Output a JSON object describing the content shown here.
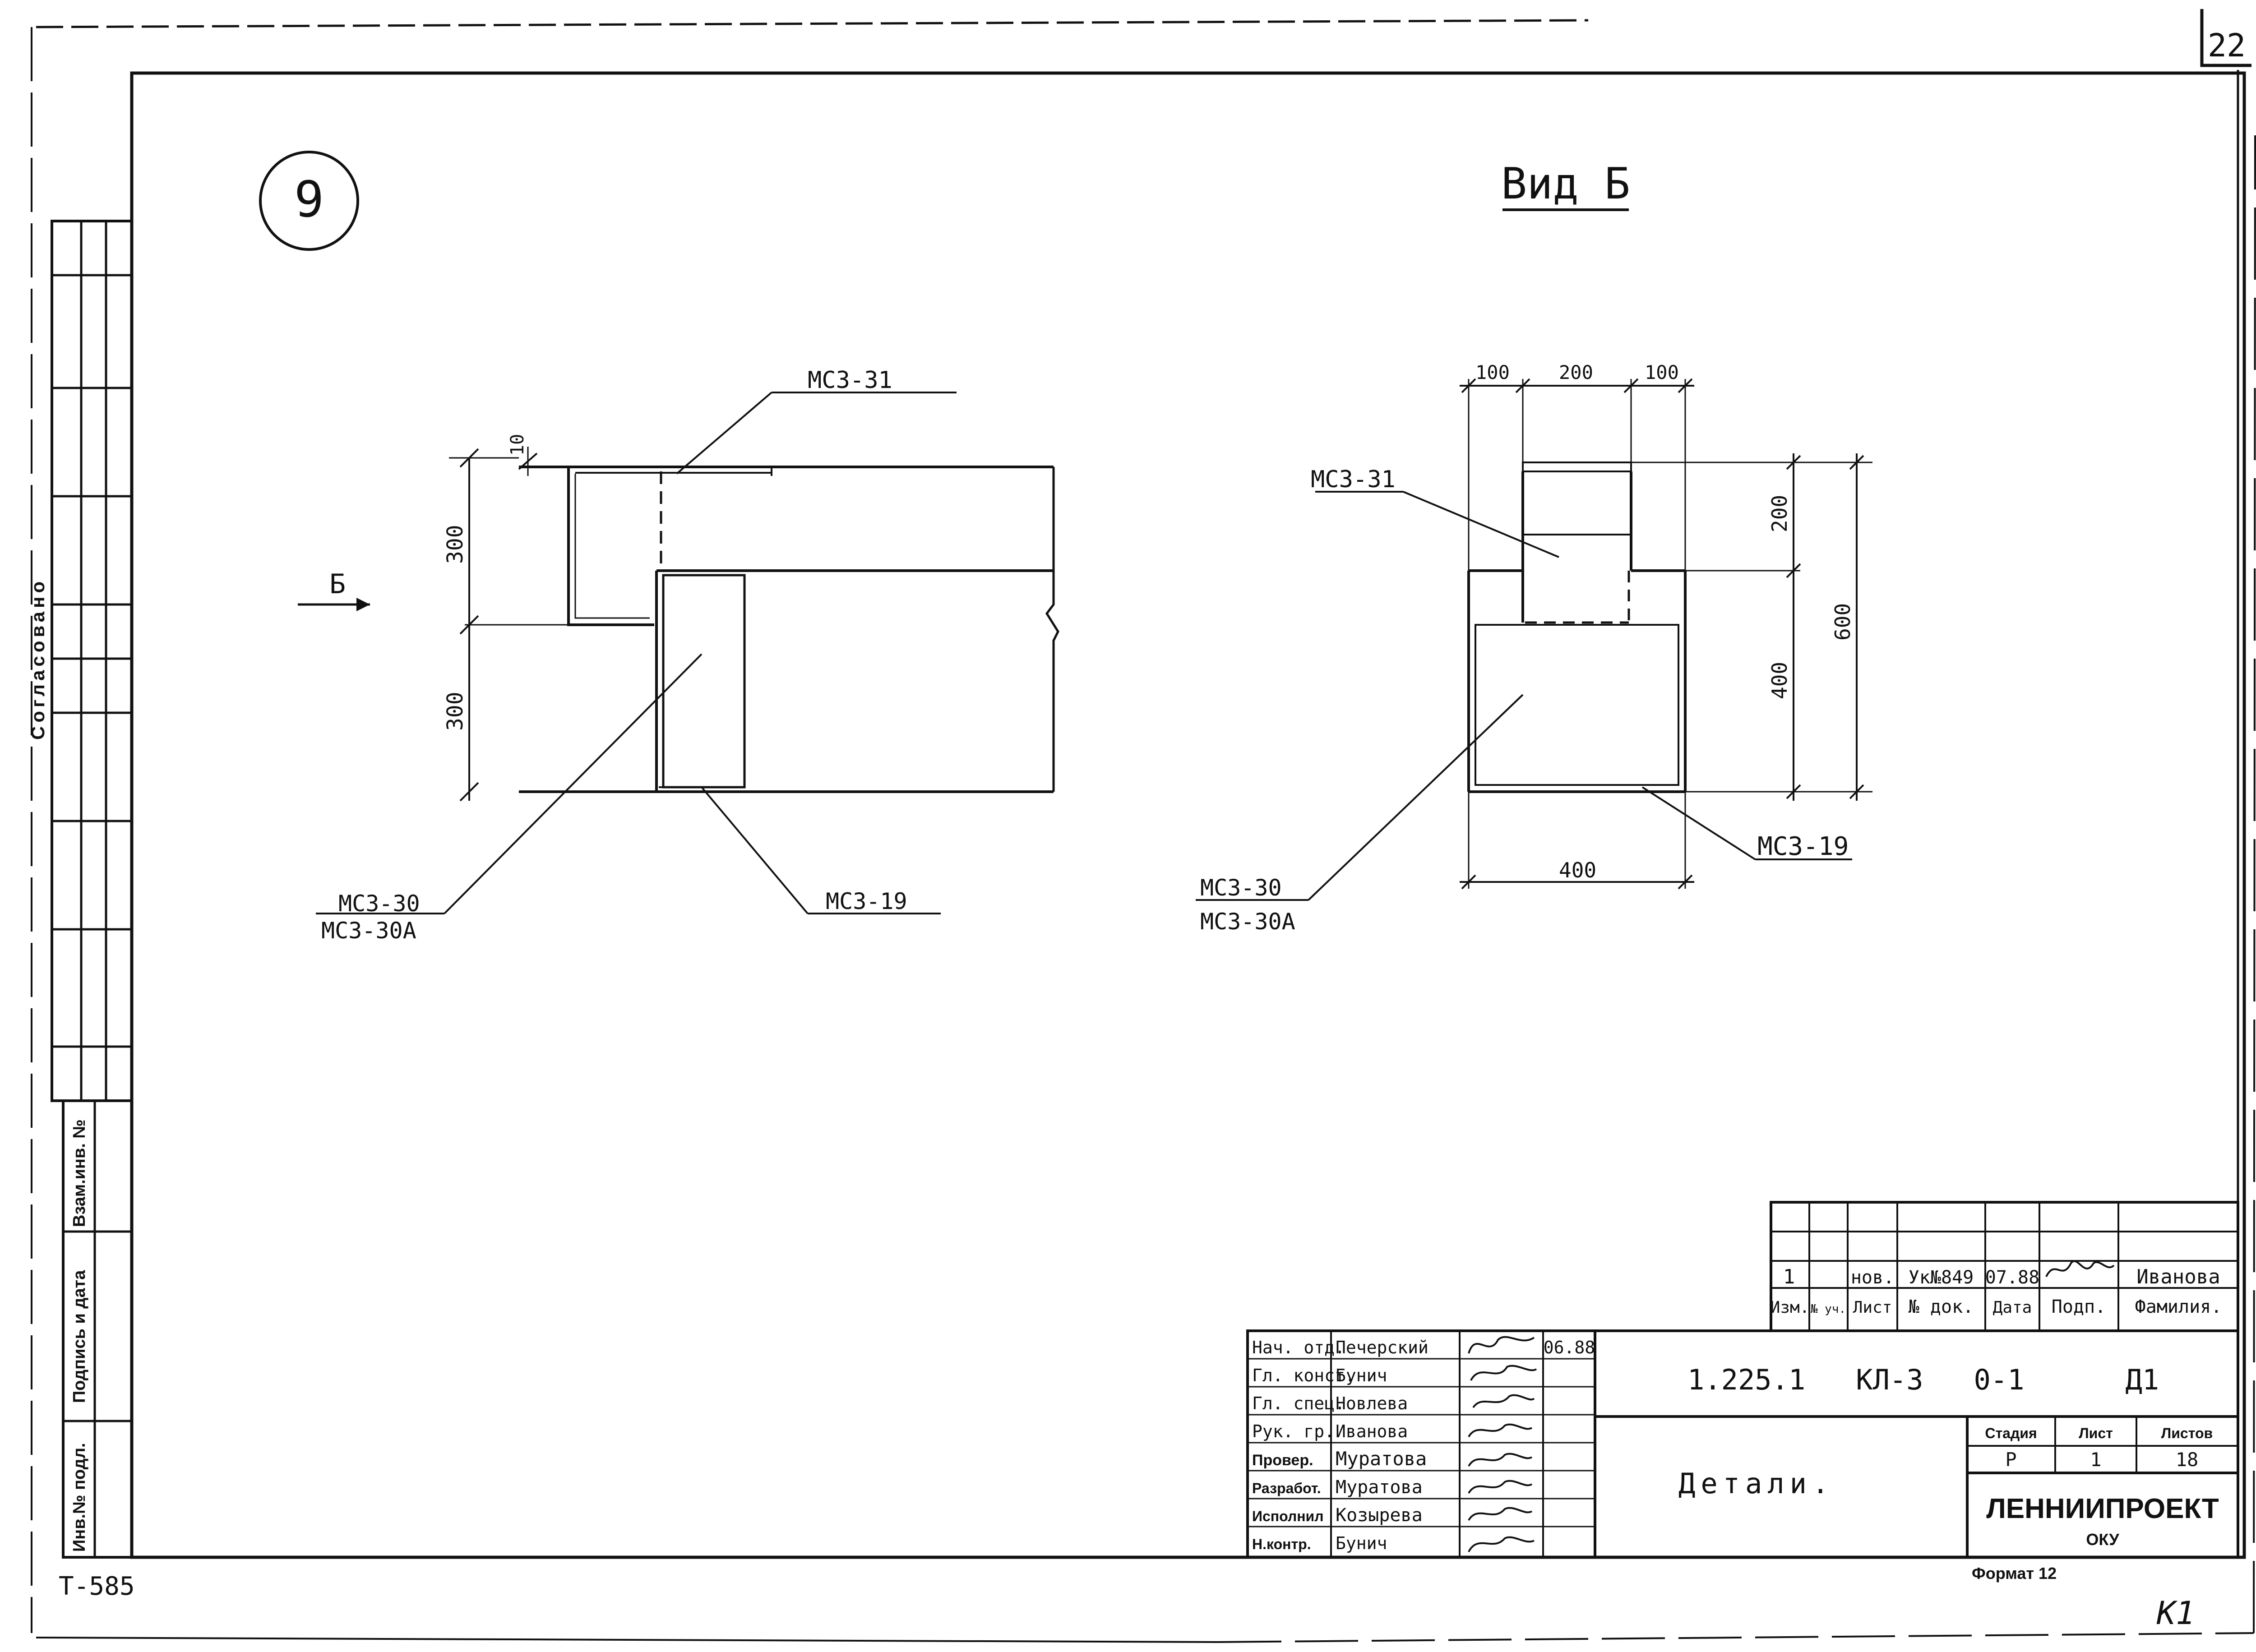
{
  "sheet": {
    "number": "22",
    "page_mark": "Т-585",
    "corner_mark": "К1"
  },
  "left_stamp": {
    "agreed": "Согласовано",
    "inv_vzam": "Взам.инв. №",
    "sign_date": "Подпись и дата",
    "inv_podl": "Инв.№ подл."
  },
  "node": {
    "number": "9"
  },
  "view": {
    "title": "Вид Б",
    "arrow_label": "Б"
  },
  "left_view": {
    "dims": {
      "d10": "10",
      "d300_top": "300",
      "d300_bottom": "300"
    },
    "labels": {
      "mcz31": "МС3-31",
      "mcz30": "МС3-30",
      "mcz30a": "МС3-30А",
      "mcz19": "МС3-19"
    }
  },
  "right_view": {
    "dims": {
      "d100_left": "100",
      "d200_top": "200",
      "d100_right": "100",
      "d200_side": "200",
      "d400_side": "400",
      "d600": "600",
      "d400_bottom": "400"
    },
    "labels": {
      "mcz31": "МС3-31",
      "mcz30": "МС3-30",
      "mcz30a": "МС3-30А",
      "mcz19": "МС3-19"
    }
  },
  "title_block": {
    "revision": {
      "izm": "1",
      "uch": "",
      "list": "нов.",
      "doc": "Ук№849",
      "date": "07.88",
      "podp": "signature",
      "surname": "Иванова"
    },
    "revision_headers": [
      "Изм.",
      "№ уч.",
      "Лист",
      "№ док.",
      "Дата",
      "Подп.",
      "Фамилия."
    ],
    "roles": [
      {
        "role": "Нач. отд.",
        "name": "Печерский"
      },
      {
        "role": "Гл. конст.",
        "name": "Бунич"
      },
      {
        "role": "Гл. спец.",
        "name": "Новлева"
      },
      {
        "role": "Рук. гр.",
        "name": "Иванова"
      },
      {
        "role": "Провер.",
        "name": "Муратова"
      },
      {
        "role": "Разработ.",
        "name": "Муратова"
      },
      {
        "role": "Исполнил",
        "name": "Козырева"
      },
      {
        "role": "Н.контр.",
        "name": "Бунич"
      }
    ],
    "date": "06.88",
    "code": "1.225.1   КЛ-3   0-1      Д1",
    "drawing_title": "Детали.",
    "stage_header": "Стадия",
    "sheet_header": "Лист",
    "sheets_header": "Листов",
    "stage": "Р",
    "sheet": "1",
    "sheets": "18",
    "org": "ЛЕННИИПРОЕКТ",
    "dept": "ОКУ",
    "format": "Формат 12"
  }
}
